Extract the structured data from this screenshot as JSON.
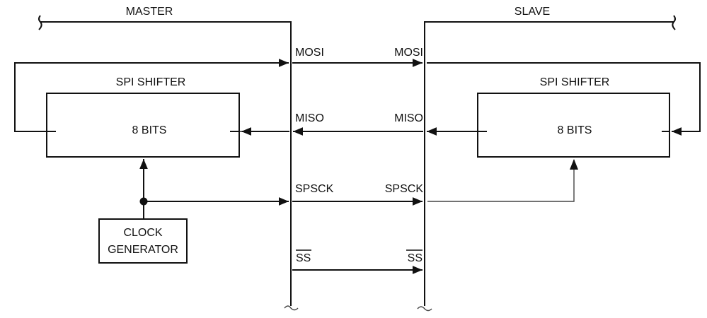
{
  "master": {
    "title": "MASTER",
    "shifter_title": "SPI SHIFTER",
    "shifter_content": "8 BITS",
    "clock_generator": [
      "CLOCK",
      "GENERATOR"
    ]
  },
  "slave": {
    "title": "SLAVE",
    "shifter_title": "SPI SHIFTER",
    "shifter_content": "8 BITS"
  },
  "signals": {
    "mosi": {
      "master_label": "MOSI",
      "slave_label": "MOSI",
      "direction": "master-to-slave"
    },
    "miso": {
      "master_label": "MISO",
      "slave_label": "MISO",
      "direction": "slave-to-master"
    },
    "spsck": {
      "master_label": "SPSCK",
      "slave_label": "SPSCK",
      "direction": "master-to-slave"
    },
    "ss": {
      "master_label": "SS",
      "slave_label": "SS",
      "direction": "master-to-slave",
      "active_low": true
    }
  }
}
